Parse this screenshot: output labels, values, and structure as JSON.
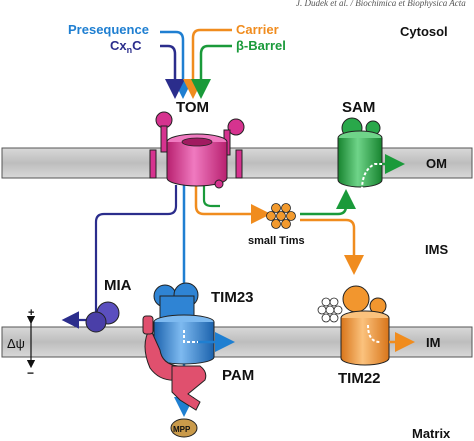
{
  "header_citation": "J. Dudek et al. / Biochimica et Biophysica Acta",
  "regions": {
    "cytosol": "Cytosol",
    "ims": "IMS",
    "matrix": "Matrix",
    "om": "OM",
    "im": "IM"
  },
  "precursors": {
    "presequence": "Presequence",
    "cxnc_main": "Cx",
    "cxnc_sub": "n",
    "cxnc_tail": "C",
    "carrier": "Carrier",
    "barrel": "β-Barrel"
  },
  "complexes": {
    "tom": "TOM",
    "sam": "SAM",
    "mia": "MIA",
    "tim23": "TIM23",
    "pam": "PAM",
    "tim22": "TIM22",
    "small_tims": "small Tims",
    "mpp": "MPP"
  },
  "potential": {
    "label": "Δψ",
    "plus": "+",
    "minus": "−"
  },
  "colors": {
    "presequence": "#1f7fd1",
    "cxnc": "#2b2d8c",
    "carrier": "#f08c1e",
    "barrel": "#1a9a3a",
    "tom": "#d6338f",
    "sam": "#29a84a",
    "mia": "#5b4fbf",
    "tim23": "#2f84d4",
    "pam": "#e0506e",
    "tim22": "#f2962e",
    "small_tims": "#f29a2e",
    "membrane": "#c8c8c8",
    "mpp": "#b8893a"
  }
}
